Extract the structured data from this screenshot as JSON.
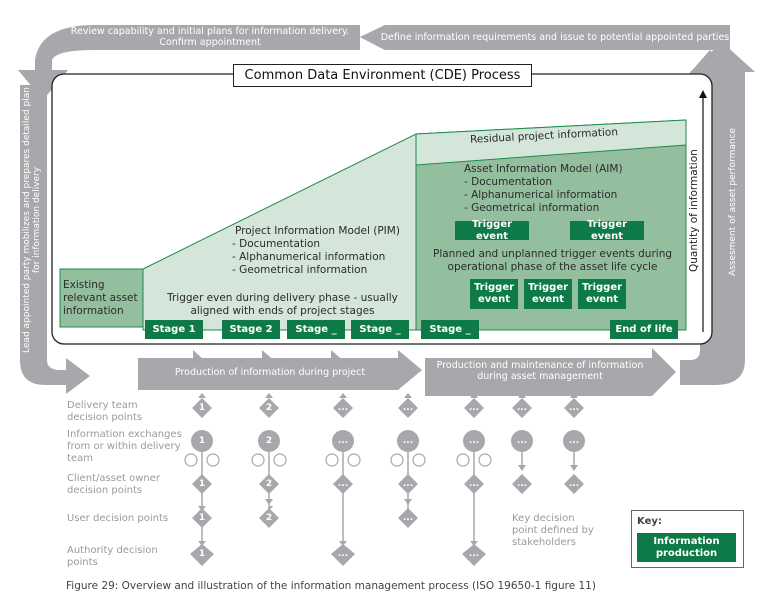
{
  "cycle_arrows": {
    "top_left": "Review capability and initial plans for information delivery. Confirm appointment",
    "top_right": "Define information requirements and issue to potential appointed parties",
    "left": "Lead appointed party mobilizes and prepares detailed plan for information delivery",
    "right": "Assesment of asset performance",
    "bottom_project": "Production of information during project",
    "bottom_asset": "Production and maintenance of information during asset management"
  },
  "cde": {
    "title": "Common Data Environment (CDE) Process",
    "axis_label": "Quantity of information",
    "existing": "Existing relevant asset information",
    "residual": "Residual project information",
    "pim": {
      "title": "Project Information Model (PIM)",
      "items": [
        "- Documentation",
        "- Alphanumerical information",
        "- Geometrical information"
      ],
      "trigger_note": "Trigger even during delivery phase - usually aligned with ends of project stages"
    },
    "aim": {
      "title": "Asset Information Model (AIM)",
      "items": [
        "- Documentation",
        "- Alphanumerical information",
        "- Geometrical information"
      ],
      "trigger_note": "Planned and unplanned trigger events during operational phase of the asset life cycle"
    },
    "stages": [
      "Stage 1",
      "Stage 2",
      "Stage _",
      "Stage _",
      "Stage _"
    ],
    "end_of_life": "End of life",
    "trigger_events_top": [
      "Trigger event",
      "Trigger event"
    ],
    "trigger_events_bottom": [
      "Trigger event",
      "Trigger event",
      "Trigger event"
    ]
  },
  "decision_rows": [
    "Delivery team decision points",
    "Information exchanges from or within delivery team",
    "Client/asset owner decision points",
    "User decision points",
    "Authority decision points"
  ],
  "decision_columns": [
    {
      "delivery": "1",
      "exchange": "1",
      "client": "1",
      "user": "1",
      "authority": "1"
    },
    {
      "delivery": "2",
      "exchange": "2",
      "client": "2",
      "user": "2",
      "authority": null
    },
    {
      "delivery": "...",
      "exchange": "...",
      "client": "...",
      "user": null,
      "authority": "..."
    },
    {
      "delivery": "...",
      "exchange": "...",
      "client": "...",
      "user": "...",
      "authority": null
    },
    {
      "delivery": "...",
      "exchange": "...",
      "client": "...",
      "user": null,
      "authority": "..."
    },
    {
      "delivery": "...",
      "exchange": "...",
      "client": "...",
      "user": null,
      "authority": null
    },
    {
      "delivery": "...",
      "exchange": "...",
      "client": "...",
      "user": null,
      "authority": null
    }
  ],
  "stakeholder_note": "Key decision point defined by stakeholders",
  "key": {
    "title": "Key:",
    "item": "Information production"
  },
  "caption": "Figure 29: Overview and illustration of the information management process (ISO 19650-1 figure 11)",
  "colors": {
    "arrow_gray": "#a7a8ab",
    "dark_green": "#0e7a47",
    "mid_green": "#94bf9f",
    "light_green": "#d3e6d9",
    "line_green": "#1f8a4c"
  }
}
